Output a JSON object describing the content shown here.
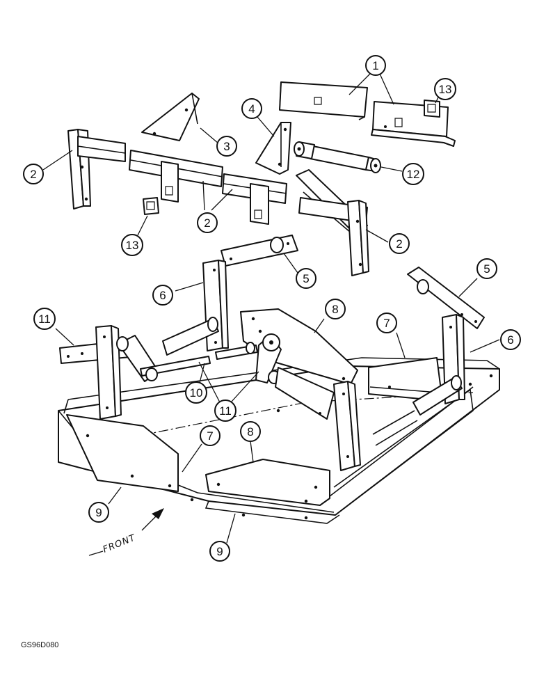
{
  "diagram": {
    "figure_code": "GS96D080",
    "direction_label": "FRONT",
    "callouts": [
      "1",
      "2",
      "3",
      "4",
      "5",
      "6",
      "7",
      "8",
      "9",
      "10",
      "11",
      "12",
      "13"
    ]
  }
}
